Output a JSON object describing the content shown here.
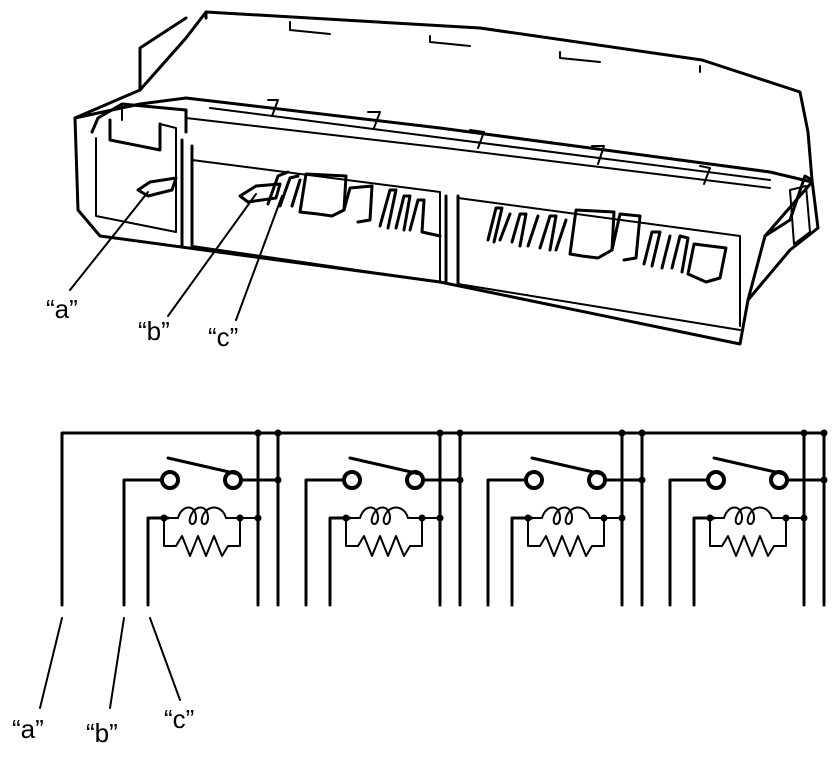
{
  "connector_labels": {
    "a": "“a”",
    "b": "“b”",
    "c": "“c”"
  },
  "schematic_labels": {
    "a": "“a”",
    "b": "“b”",
    "c": "“c”"
  },
  "circuit_count": 4
}
